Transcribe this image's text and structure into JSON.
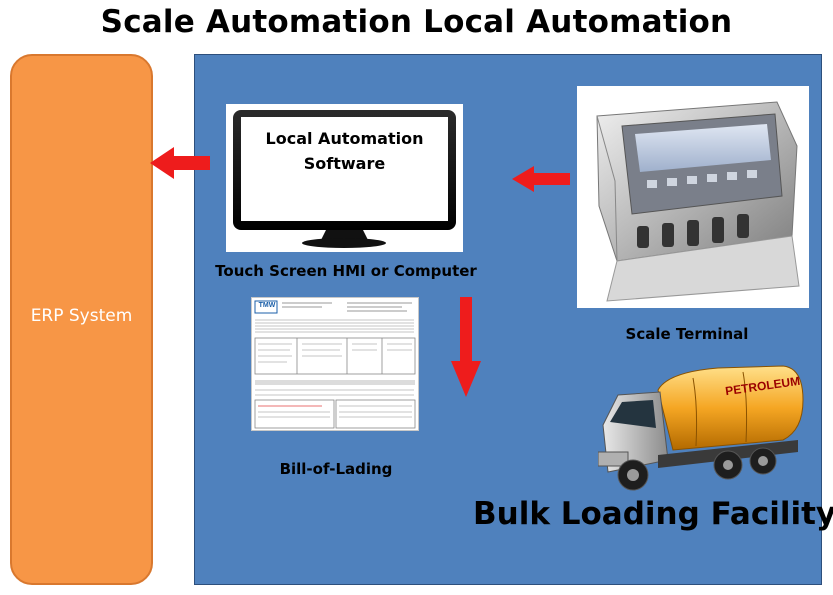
{
  "title": "Scale Automation Local Automation",
  "erp": {
    "label": "ERP System"
  },
  "hmi": {
    "screen_text_line1": "Local Automation",
    "screen_text_line2": "Software",
    "caption": "Touch Screen HMI or Computer"
  },
  "terminal": {
    "caption": "Scale Terminal"
  },
  "bill": {
    "caption": "Bill-of-Lading",
    "logo": "TMW"
  },
  "truck": {
    "tank_text": "PETROLEUM"
  },
  "facility": {
    "label": "Bulk Loading Facility"
  },
  "colors": {
    "erp": "#f79646",
    "facility": "#4f81bd",
    "arrow": "#ee1c1c"
  }
}
